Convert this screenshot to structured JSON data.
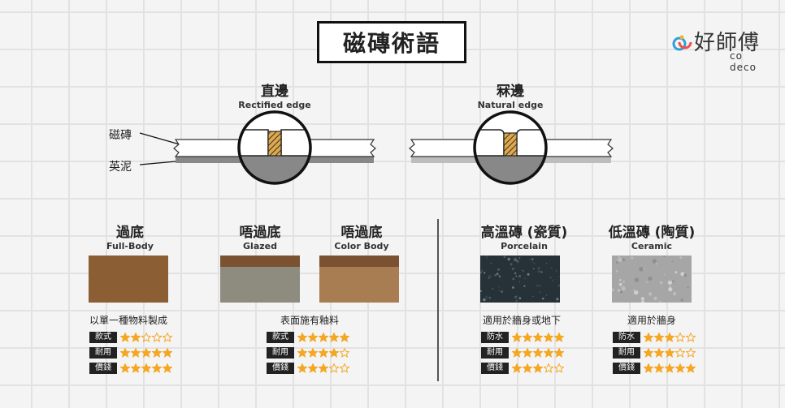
{
  "title": "磁磚術語",
  "logo": {
    "zh": "好師傅",
    "en": "co deco"
  },
  "edges": [
    {
      "zh": "直邊",
      "en": "Rectified edge"
    },
    {
      "zh": "冧邊",
      "en": "Natural edge"
    }
  ],
  "layer_labels": {
    "tile": "磁磚",
    "mortar": "英泥"
  },
  "body_types": [
    {
      "zh": "過底",
      "en": "Full-Body"
    },
    {
      "zh": "唔過底",
      "en": "Glazed"
    },
    {
      "zh": "唔過底",
      "en": "Color Body"
    }
  ],
  "materials": [
    {
      "zh": "高溫磚 (瓷質)",
      "en": "Porcelain"
    },
    {
      "zh": "低溫磚 (陶質)",
      "en": "Ceramic"
    }
  ],
  "groups": [
    {
      "caption": "以單一種物料製成",
      "ratings": [
        {
          "label": "款式",
          "stars": 2
        },
        {
          "label": "耐用",
          "stars": 5
        },
        {
          "label": "價錢",
          "stars": 5
        }
      ]
    },
    {
      "caption": "表面施有釉料",
      "ratings": [
        {
          "label": "款式",
          "stars": 5
        },
        {
          "label": "耐用",
          "stars": 4
        },
        {
          "label": "價錢",
          "stars": 3
        }
      ]
    },
    {
      "caption": "適用於牆身或地下",
      "ratings": [
        {
          "label": "防水",
          "stars": 5
        },
        {
          "label": "耐用",
          "stars": 5
        },
        {
          "label": "價錢",
          "stars": 3
        }
      ]
    },
    {
      "caption": "適用於牆身",
      "ratings": [
        {
          "label": "防水",
          "stars": 3
        },
        {
          "label": "耐用",
          "stars": 3
        },
        {
          "label": "價錢",
          "stars": 5
        }
      ]
    }
  ],
  "colors": {
    "fullbody": "#8b5e34",
    "glazed_top": "#7a5232",
    "glazed_body": "#8e8c7e",
    "color_body_top": "#7a5232",
    "color_body": "#a97d52",
    "porcelain": "#263238",
    "ceramic": "#a6a6a6",
    "star_on": "#f5a623",
    "grout": "#e0a84a"
  }
}
